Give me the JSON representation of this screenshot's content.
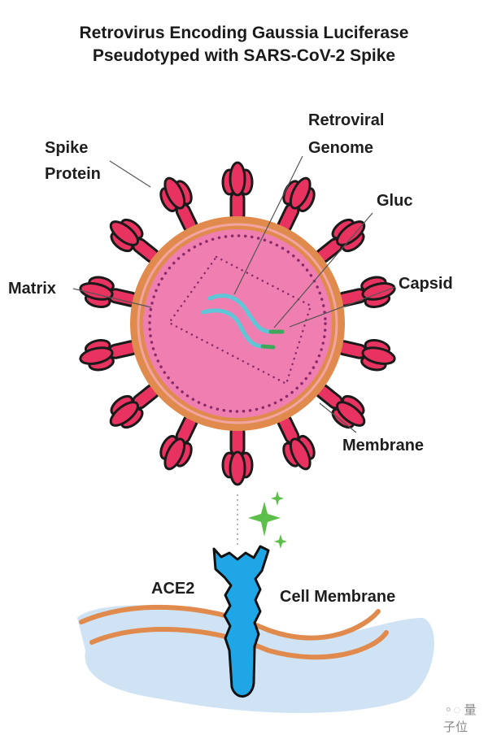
{
  "title": {
    "line1": "Retrovirus Encoding Gaussia Luciferase",
    "line2": "Pseudotyped with SARS-CoV-2 Spike"
  },
  "labels": {
    "spike_line1": "Spike",
    "spike_line2": "Protein",
    "genome_line1": "Retroviral",
    "genome_line2": "Genome",
    "gluc": "Gluc",
    "matrix": "Matrix",
    "capsid": "Capsid",
    "membrane": "Membrane",
    "ace2": "ACE2",
    "cell_membrane": "Cell Membrane"
  },
  "watermark": "量子位",
  "colors": {
    "spike": "#e8325f",
    "membrane": "#e08a4e",
    "virus_interior": "#ef7fb0",
    "matrix_dots": "#8a2a6a",
    "genome": "#5fc6d8",
    "gluc": "#3fa85a",
    "ace2": "#1fa6e6",
    "cell": "#cfe3f4",
    "sparkle": "#5cbf4a"
  }
}
